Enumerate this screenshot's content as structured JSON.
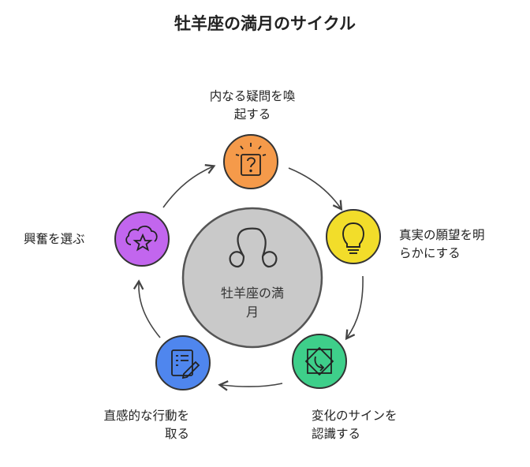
{
  "title": "牡羊座の満月のサイクル",
  "center": {
    "line1": "牡羊座の満",
    "line2": "月"
  },
  "nodes": [
    {
      "id": "question",
      "line1": "内なる疑問を喚",
      "line2": "起する",
      "color": "#f59a4a",
      "icon": "question-card-icon"
    },
    {
      "id": "desire",
      "line1": "真実の願望を明",
      "line2": "らかにする",
      "color": "#f2dd2a",
      "icon": "lightbulb-icon"
    },
    {
      "id": "signs",
      "line1": "変化のサインを",
      "line2": "認識する",
      "color": "#3ecf8a",
      "icon": "star-arrow-icon"
    },
    {
      "id": "action",
      "line1": "直感的な行動を",
      "line2": "取る",
      "color": "#4f86ee",
      "icon": "note-pen-icon"
    },
    {
      "id": "choose",
      "line1": "興奮を選ぶ",
      "line2": "",
      "color": "#c266ee",
      "icon": "cloud-star-icon"
    }
  ],
  "colors": {
    "center_fill": "#c9c9c9",
    "center_stroke": "#555555",
    "arrow": "#444444",
    "icon_stroke": "#222222"
  }
}
